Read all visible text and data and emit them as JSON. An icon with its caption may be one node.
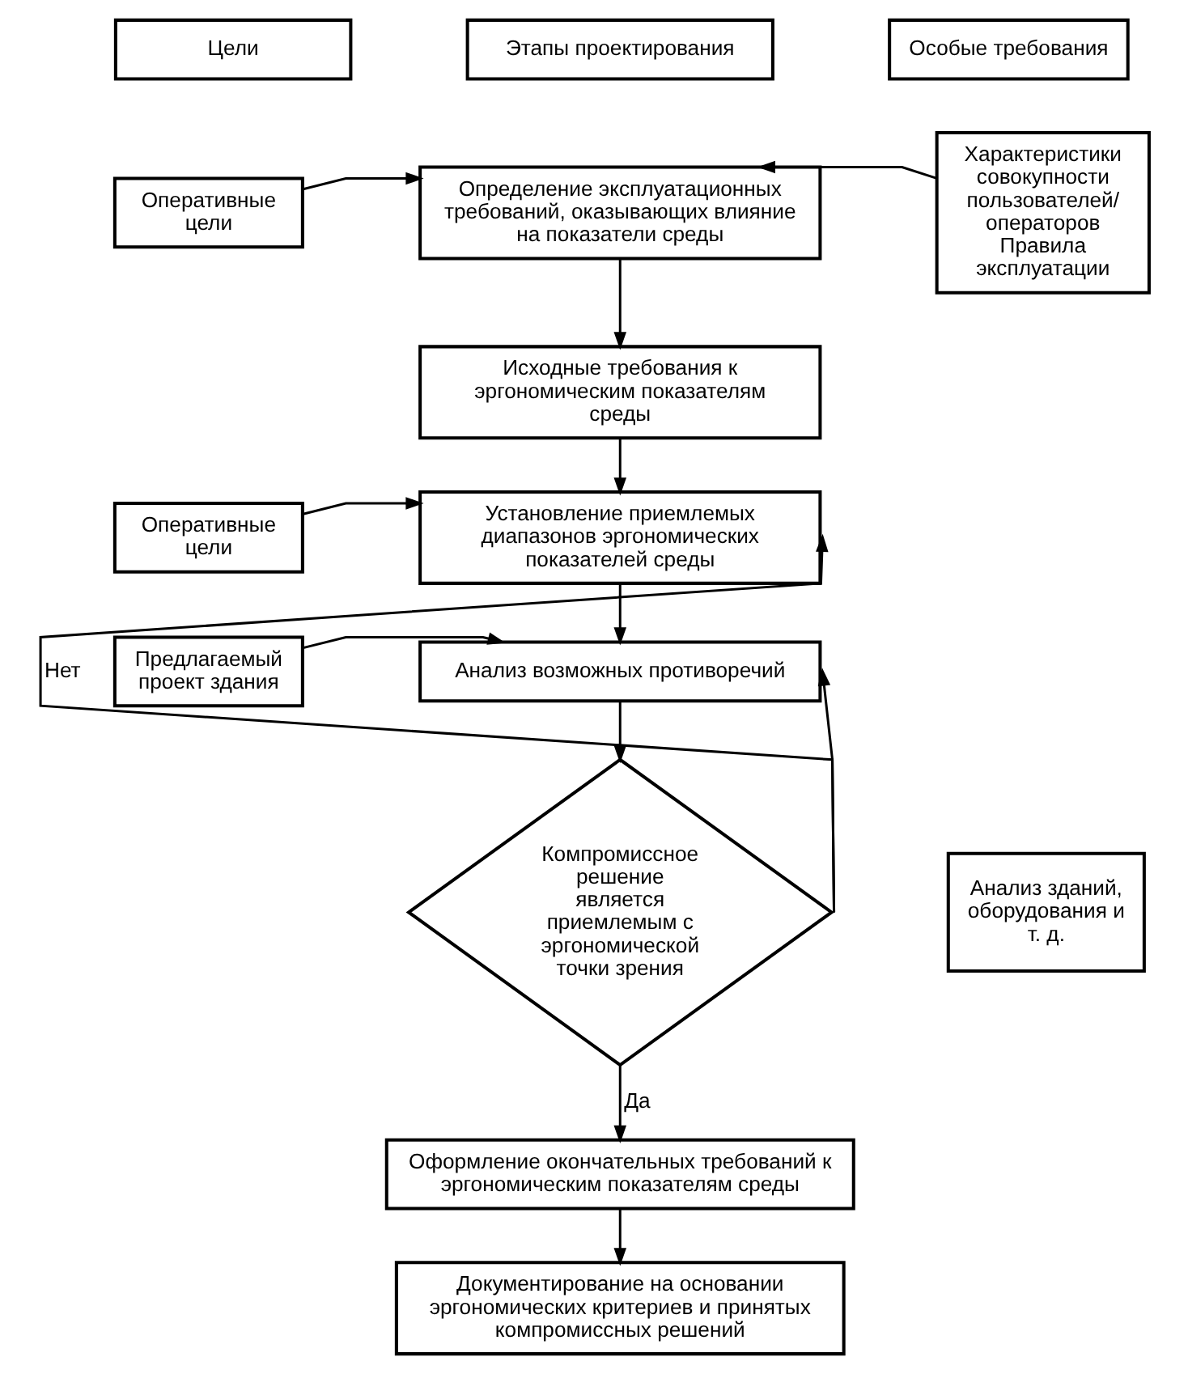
{
  "diagram": {
    "nodes": [
      {
        "text": [
          "Цели"
        ]
      },
      {
        "text": [
          "Этапы проектирования"
        ]
      },
      {
        "text": [
          "Особые требования"
        ]
      },
      {
        "text": [
          "Оперативные цели"
        ]
      },
      {
        "text": [
          "Определение эксплуатационных требований, оказывающих влияние на показатели среды"
        ]
      },
      {
        "text": [
          "Характеристики совокупности пользователей/ операторов",
          "Правила эксплуатации"
        ]
      },
      {
        "text": [
          "Исходные требования к эргономическим показателям среды"
        ]
      },
      {
        "text": [
          "Оперативные цели"
        ]
      },
      {
        "text": [
          "Установление приемлемых диапазонов эргономических показателей среды"
        ]
      },
      {
        "text": [
          "Предлагаемый проект здания"
        ]
      },
      {
        "text": [
          "Анализ возможных противоречий"
        ]
      },
      {
        "text": [
          "Анализ зданий, оборудования и т. д."
        ]
      },
      {
        "text": [
          "Компромиссное решение является приемлемым с эргономической точки зрения"
        ]
      },
      {
        "text": [
          "Оформление окончательных требований к эргономическим показателям среды"
        ]
      },
      {
        "text": [
          "Документирование на основании эргономических критериев и принятых компромиссных решений"
        ]
      }
    ],
    "edges": [
      {
        "from": 3,
        "to": 4,
        "arrow": "to"
      },
      {
        "from": 5,
        "to": 4,
        "arrow": "to"
      },
      {
        "from": 4,
        "to": 6,
        "arrow": "to"
      },
      {
        "from": 6,
        "to": 8,
        "arrow": "to"
      },
      {
        "from": 7,
        "to": 8,
        "arrow": "to"
      },
      {
        "from": 8,
        "to": 10,
        "arrow": "to"
      },
      {
        "from": 9,
        "to": 10,
        "arrow": "to"
      },
      {
        "from": 10,
        "to": 12,
        "arrow": "to"
      },
      {
        "from": 12,
        "to": 8,
        "arrow": "to",
        "label": "Нет"
      },
      {
        "from": 12,
        "to": 10,
        "arrow": "to"
      },
      {
        "from": 12,
        "to": 13,
        "arrow": "to",
        "label": "Да"
      },
      {
        "from": 13,
        "to": 14,
        "arrow": "to"
      }
    ]
  }
}
